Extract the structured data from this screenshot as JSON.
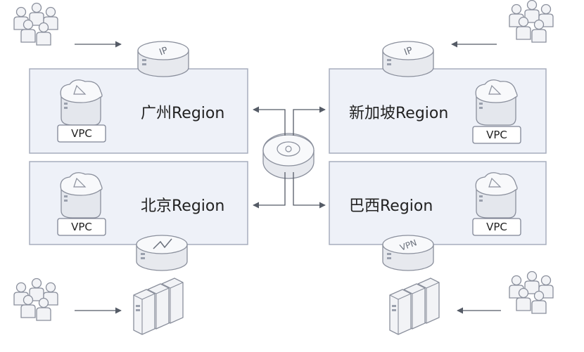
{
  "regions": {
    "guangzhou": {
      "label": "广州Region"
    },
    "singapore": {
      "label": "新加坡Region"
    },
    "beijing": {
      "label": "北京Region"
    },
    "brazil": {
      "label": "巴西Region"
    }
  },
  "vpc": {
    "label": "VPC"
  },
  "gateway_badges": {
    "eip": "IP",
    "vpn": "VPN"
  },
  "icons": {
    "users": "users-icon",
    "eip": "elastic-ip-icon",
    "vpc": "vpc-icon",
    "cen": "cloud-enterprise-network-icon",
    "vpn": "vpn-gateway-icon",
    "smart_access": "smart-access-gateway-icon",
    "idc": "data-center-icon"
  },
  "colors": {
    "region_fill": "#eef1f8",
    "region_border": "#a7adbd",
    "device_fill": "#f4f5f8",
    "device_stroke": "#8a8f9c",
    "arrow": "#555b66"
  }
}
